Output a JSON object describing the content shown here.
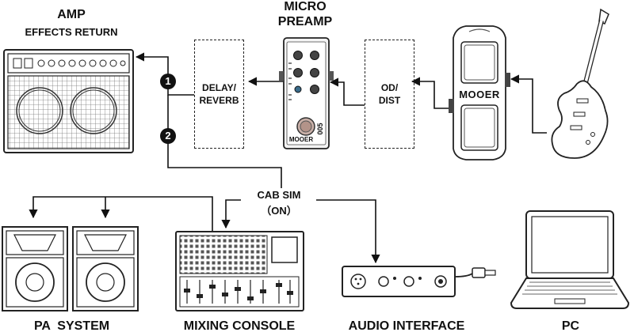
{
  "labels": {
    "amp_title": "AMP",
    "amp_sub": "EFFECTS RETURN",
    "preamp_line1": "MICRO",
    "preamp_line2": "PREAMP",
    "delay_line1": "DELAY/",
    "delay_line2": "REVERB",
    "od_line1": "OD/",
    "od_line2": "DIST",
    "cab_sim_line1": "CAB SIM",
    "cab_sim_line2": "（ON）",
    "pa_system": "PA  SYSTEM",
    "mixing_console": "MIXING CONSOLE",
    "audio_interface": "AUDIO INTERFACE",
    "pc": "PC",
    "route_1": "1",
    "route_2": "2",
    "pedal_brand": "MOOER",
    "preamp_brand": "MOOER",
    "preamp_model": "005"
  },
  "icons": [
    "amp-icon",
    "micro-preamp-icon",
    "guitar-icon",
    "mooer-pedal-icon",
    "pa-speaker-icon",
    "mixing-console-icon",
    "audio-interface-icon",
    "laptop-icon"
  ]
}
